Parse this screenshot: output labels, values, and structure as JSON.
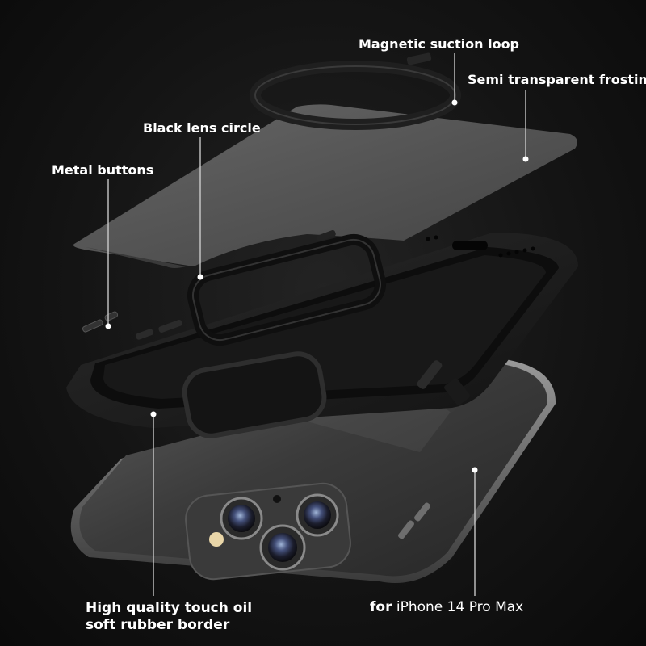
{
  "callouts": {
    "magnetic_loop": "Magnetic suction loop",
    "frosting": "Semi transparent frosting",
    "lens_circle": "Black lens circle",
    "metal_buttons": "Metal buttons",
    "border_line1": "High quality touch oil",
    "border_line2": "soft rubber border"
  },
  "model": {
    "prefix": "for",
    "name": "iPhone 14 Pro Max"
  },
  "colors": {
    "background": "#141414",
    "frosted_panel": "#5a5a5a",
    "bumper": "#1c1c1c",
    "label": "#ffffff",
    "leader_line": "#cfcfcf"
  }
}
